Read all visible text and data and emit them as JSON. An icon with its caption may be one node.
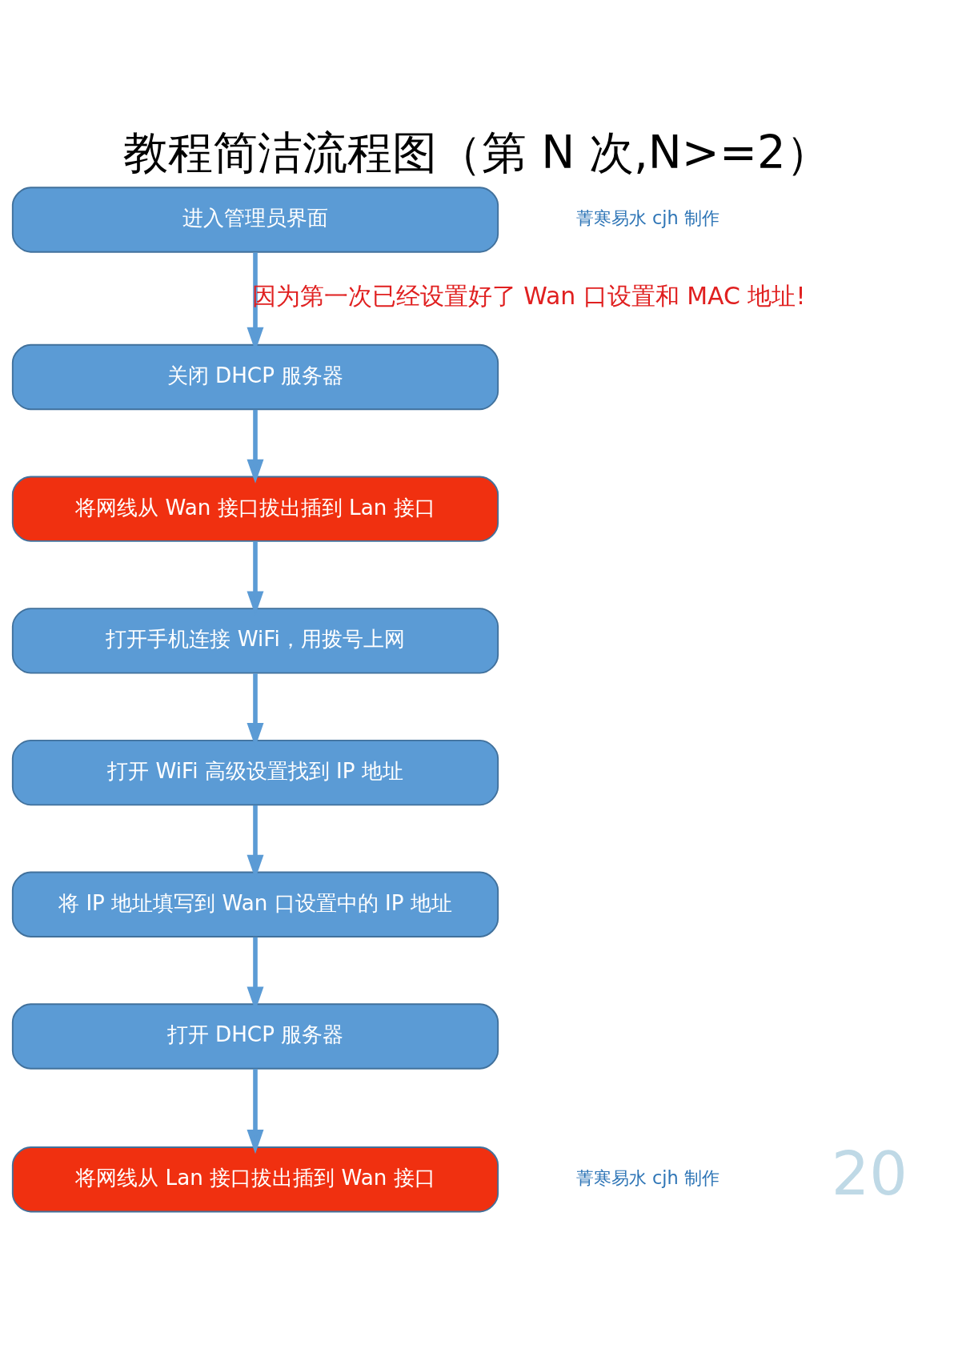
{
  "diagram": {
    "title": "教程简洁流程图（第 N 次,N>=2）",
    "nodes": [
      {
        "text": [
          "进入管理员界面"
        ]
      },
      {
        "text": [
          "关闭 DHCP 服务器"
        ]
      },
      {
        "text": [
          "将网线从 Wan 接口拔出插到 Lan 接口"
        ]
      },
      {
        "text": [
          "打开手机连接 WiFi，用拨号上网"
        ]
      },
      {
        "text": [
          "打开 WiFi 高级设置找到 IP 地址"
        ]
      },
      {
        "text": [
          "将 IP 地址填写到 Wan 口设置中的 IP 地址"
        ]
      },
      {
        "text": [
          "打开 DHCP 服务器"
        ]
      },
      {
        "text": [
          "将网线从 Lan 接口拔出插到 Wan 接口"
        ]
      }
    ],
    "edges": [
      {
        "from": 0,
        "to": 1,
        "arrow": "to",
        "label": "因为第一次已经设置好了 Wan 口设置和 MAC 地址!"
      },
      {
        "from": 1,
        "to": 2,
        "arrow": "to"
      },
      {
        "from": 2,
        "to": 3,
        "arrow": "to"
      },
      {
        "from": 3,
        "to": 4,
        "arrow": "to"
      },
      {
        "from": 4,
        "to": 5,
        "arrow": "to"
      },
      {
        "from": 5,
        "to": 6,
        "arrow": "to"
      },
      {
        "from": 6,
        "to": 7,
        "arrow": "to"
      }
    ],
    "labels": [
      "菁寒易水 cjh 制作",
      "菁寒易水 cjh 制作",
      "20"
    ]
  }
}
